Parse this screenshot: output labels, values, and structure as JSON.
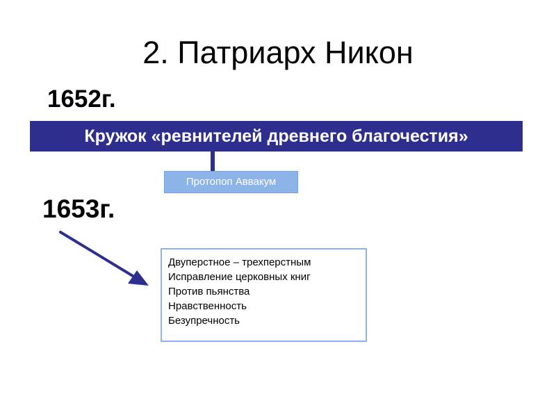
{
  "title": "2. Патриарх Никон",
  "events": [
    {
      "year": "1652г.",
      "label": "Кружок «ревнителей древнего благочестия»",
      "member": "Протопоп Аввакум"
    },
    {
      "year": "1653г.",
      "reforms": [
        "Двуперстное – трехперстным",
        "Исправление церковных книг",
        "Против пьянства",
        "Нравственность",
        "Безупречность"
      ]
    }
  ],
  "colors": {
    "banner": "#2e2e8f",
    "person_box": "#8db4e8",
    "reform_border": "#8db4e8",
    "arrow": "#2e2e8f"
  }
}
